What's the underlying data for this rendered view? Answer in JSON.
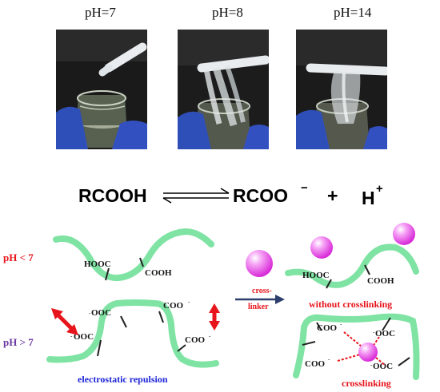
{
  "photos": [
    {
      "label": "pH=7"
    },
    {
      "label": "pH=8"
    },
    {
      "label": "pH=14"
    }
  ],
  "equation": {
    "left": "RCOOH",
    "right": "RCOO",
    "right_sup": "−",
    "plus": "+",
    "proton": "H",
    "proton_sup": "+"
  },
  "left_panel": {
    "acid_label": "pH < 7",
    "base_label": "pH > 7",
    "hooc": "HOOC",
    "cooh": "COOH",
    "ooc_a": "OOC",
    "ooc_b": "OOC",
    "coo_a": "COO",
    "coo_b": "COO",
    "charge": "-",
    "caption": "electrostatic repulsion"
  },
  "arrow": {
    "line1": "cross-",
    "line2": "linker"
  },
  "right_panel": {
    "hooc": "HOOC",
    "cooh": "COOH",
    "without_label": "without crosslinking",
    "with_label": "crosslinking",
    "coo_a": "COO",
    "ooc_a": "OOC",
    "coo_b": "COO",
    "ooc_b": "OOC",
    "charge": "-"
  },
  "colors": {
    "polymer": "#7fe3a3",
    "crosslinker": "#e040e0",
    "acid_red": "#e8141b",
    "base_purple": "#6b3aa0",
    "caption_blue": "#1c24d8",
    "arrow_navy": "#2c3e6b"
  }
}
